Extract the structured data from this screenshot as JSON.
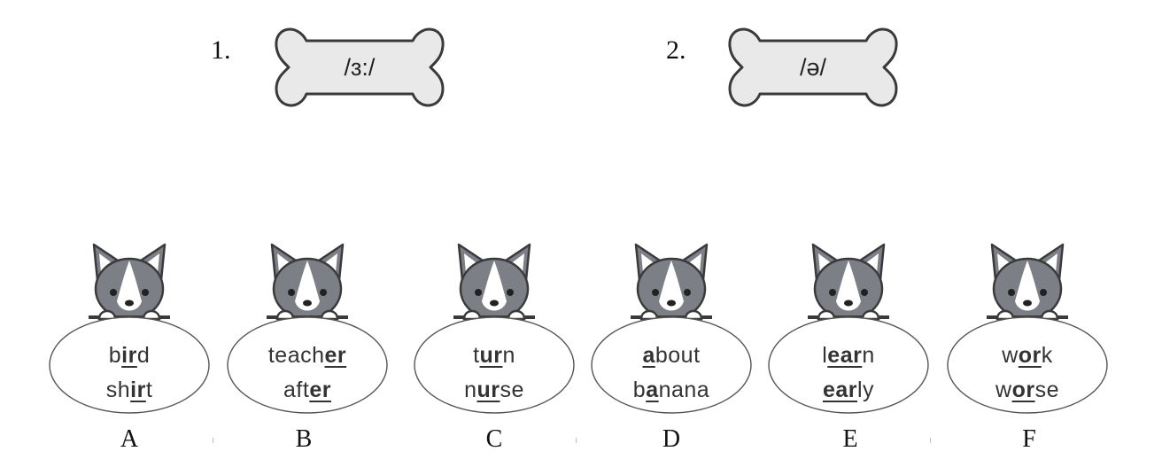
{
  "bones": [
    {
      "number": "1.",
      "phoneme": "/ɜ:/"
    },
    {
      "number": "2.",
      "phoneme": "/ə/"
    }
  ],
  "cards": [
    {
      "letter": "A",
      "line1": [
        "b",
        "ir",
        "d"
      ],
      "line2": [
        "sh",
        "ir",
        "t"
      ]
    },
    {
      "letter": "B",
      "line1": [
        "teach",
        "er",
        ""
      ],
      "line2": [
        "aft",
        "er",
        ""
      ]
    },
    {
      "letter": "C",
      "line1": [
        "t",
        "ur",
        "n"
      ],
      "line2": [
        "n",
        "ur",
        "se"
      ]
    },
    {
      "letter": "D",
      "line1": [
        "",
        "a",
        "bout"
      ],
      "line2": [
        "b",
        "a",
        "nana"
      ]
    },
    {
      "letter": "E",
      "line1": [
        "l",
        "ear",
        "n"
      ],
      "line2": [
        "",
        "ear",
        "ly"
      ]
    },
    {
      "letter": "F",
      "line1": [
        "w",
        "or",
        "k"
      ],
      "line2": [
        "w",
        "or",
        "se"
      ]
    }
  ],
  "colors": {
    "bone_fill": "#e9e9e9",
    "dog_grey": "#7d7f86",
    "outline": "#3a3a3a"
  }
}
